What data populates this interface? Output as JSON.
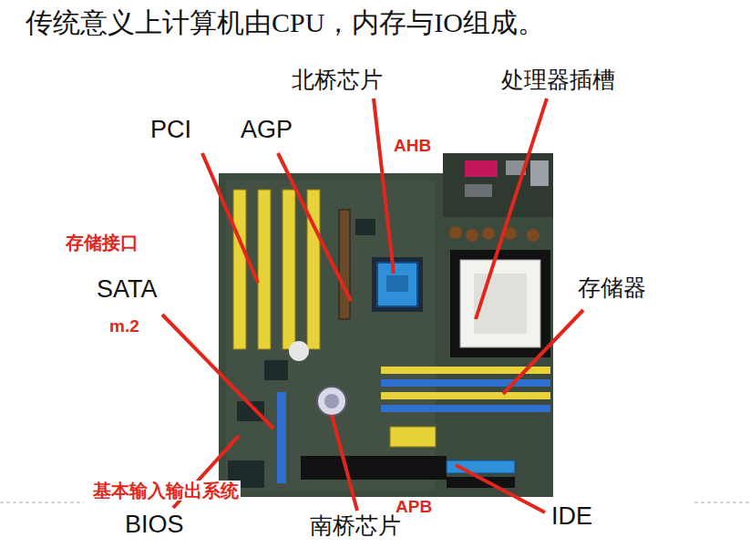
{
  "diagram": {
    "title": "传统意义上计算机由CPU，内存与IO组成。",
    "labels": [
      "北桥芯片",
      "处理器插槽",
      "PCI",
      "AGP",
      "AHB",
      "存储接口",
      "SATA",
      "存储器",
      "m.2",
      "基本输入输出系统",
      "BIOS",
      "APB",
      "南桥芯片",
      "IDE"
    ]
  }
}
